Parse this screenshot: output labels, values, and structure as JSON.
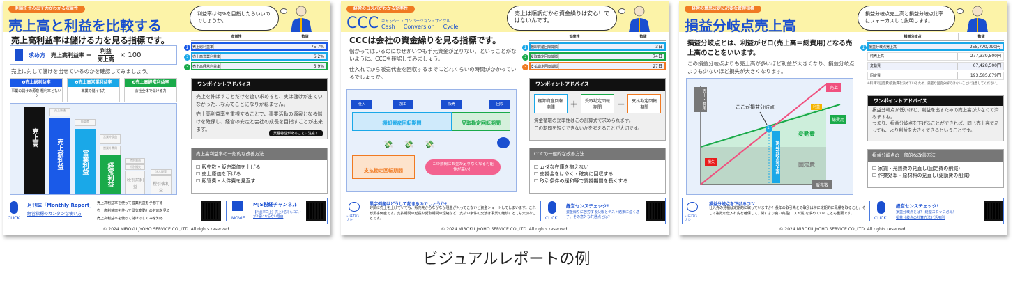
{
  "caption": "ビジュアルレポートの例",
  "copyright": "© 2024 MIROKU JYOHO SERVICE CO.,LTD. All rights reserved.",
  "colors": {
    "accent": "#1a4fd0",
    "header_bg": "#fcf3a8",
    "pill": "#f07a22"
  },
  "panels": [
    {
      "pill": "利益を生み出す力がわかる収益性",
      "title": "売上高と利益を比較する",
      "bubble": "利益率は何%を目指したらいいのでしょうか。",
      "subtitle": "売上高利益率は儲ける力を見る指標です。",
      "formula": {
        "label": "求め方",
        "lhs": "売上高利益率 ＝",
        "num": "利益",
        "den": "売上高",
        "mult": "× 100"
      },
      "note": "売上に対して儲けを出せているのかを確認してみましょう。",
      "kinds": [
        {
          "title": "❶売上総利益率",
          "desc": "事業の儲けの源泉 粗利率ともいう"
        },
        {
          "title": "❷売上高営業利益率",
          "desc": "本業で儲ける力"
        },
        {
          "title": "❸売上高経常利益率",
          "desc": "会社全体で儲ける力"
        }
      ],
      "bars": {
        "sales": "売上高",
        "gross": "売上総利益",
        "operating": "営業利益",
        "ordinary": "経常利益",
        "pretax": "税引前利益",
        "aftertax": "税引後利益",
        "cogs": "売上原価",
        "sga": "販管費",
        "nonop_inc": "営業外収益",
        "nonop_exp": "営業外費用",
        "sp_gain": "特別利益",
        "sp_loss": "特別損失",
        "tax": "法人税等"
      },
      "table": {
        "headers": [
          "収益性",
          "数値"
        ],
        "rows": [
          [
            "売上総利益率",
            "75.7%"
          ],
          [
            "売上高営業利益率",
            "6.2%"
          ],
          [
            "売上高経常利益率",
            "5.9%"
          ]
        ]
      },
      "advice_title": "ワンポイントアドバイス",
      "advice": [
        "売上を伸ばすことだけを追い求めると、実は儲けが出ていなかった…なんてことになりかねません。",
        "売上高利益率を重視することで、事業活動の源泉となる儲けを確保し、経営の安定と会社の成長を目指すことが出来ます。"
      ],
      "advice_badge": "業種特性があることに注意！",
      "improve_title": "売上高利益率の一般的な改善方法",
      "improve": [
        "販売数・販売単価を上げる",
        "売上原価を下げる",
        "販管費・人件費を見直す"
      ],
      "footer": {
        "click": "CLICK",
        "mag": "月刊誌「Monthly Report」",
        "mag_link": "経営指標のカンタンな使い方",
        "items": [
          "売上高利益率を使って営業利益を予想する",
          "売上高利益率を使って景気変動との対応を見る",
          "売上高利益率を使って儲けのしくみを知る"
        ],
        "movie": "MOVIE",
        "channel": "MJS税経チャンネル",
        "channel_link": "【利益率向上】売上2倍でもコストが2倍にならない理由"
      }
    },
    {
      "pill": "経営のコスパがわかる効率性",
      "title": "CCC",
      "title_kana": "キャッシュ・コンバージョン・サイクル",
      "title_en": [
        "Cash",
        "Conversion",
        "Cycle"
      ],
      "bubble": "売上は順調だから資金繰りは安心！ではないんです。",
      "subtitle": "CCCは会社の資金繰りを見る指標です。",
      "note": [
        "儲かってはいるのになぜかいつも手元資金が足りない、ということがないように、CCCを確認してみましょう。",
        "仕入れてから販売代金を回収するまでにどれくらいの時間がかかっているでしょうか。"
      ],
      "flow": [
        "仕入",
        "加工",
        "販売",
        "回収"
      ],
      "periods": [
        "棚卸資産回転期間",
        "受取勘定回転期間",
        "支払勘定回転期間"
      ],
      "gap_note": "この期間にお金が足りなくなる可能性が高い！",
      "table": {
        "headers": [
          "効率性",
          "数値"
        ],
        "rows": [
          [
            "棚卸資産回転期間",
            "3日"
          ],
          [
            "受取勘定回転期間",
            "74日"
          ],
          [
            "支払勘定回転期間",
            "27日"
          ]
        ]
      },
      "advice_title": "ワンポイントアドバイス",
      "formula": [
        "棚卸資産回転期間",
        "受取勘定回転期間",
        "支払勘定回転期間"
      ],
      "advice": [
        "資金循環の効率性はこの計算式で求められます。",
        "この期間を短くできないかを考えることが大切です。"
      ],
      "improve_title": "CCCの一般的な改善方法",
      "improve": [
        "ムダな在庫を抱えない",
        "売掛金をはやく・確実に回収する",
        "取引条件の緩和等で買掛期間を長くする"
      ],
      "footer": {
        "tip_icon": "こぼれバナシ",
        "tip_title": "黒字倒産はどうして起きるのでしょうか?",
        "tip": "好調に売上を上げていても、販売先からなかなか現金が入ってこないと資金ショートしてしまいます。これが黒字倒産です。支払期間の延長や受取期間の短縮など、支払い条件の交渉は事業の継続にとても大切なことです。",
        "click": "CLICK",
        "check": "経営センスチェック!",
        "check_link": "資金繰りに苦労する父親とテスト結果に泣く息子、その意外な共通点とは？"
      }
    },
    {
      "pill": "経営の意思決定に必要な管理指標",
      "title": "損益分岐点売上高",
      "bubble": "損益分岐点売上高と損益分岐点比率にフォーカスして説明します。",
      "subtitle": "損益分岐点とは、利益がゼロ(売上高＝総費用)となる売上高のことをいいます。",
      "note": "この損益分岐点よりも売上高が多いほど利益が大きくなり、損益分岐点よりも少ないほど損失が大きくなります。",
      "chart": {
        "y_label": "売上・費用",
        "x_label": "販売数",
        "sales": "売上",
        "total_cost": "総費用",
        "profit": "利益",
        "loss": "損失",
        "variable": "変動費",
        "fixed": "固定費",
        "bep": "ここが損益分岐点",
        "bep_sales": "損益分岐点売上高",
        "marker": "1"
      },
      "table": {
        "headers": [
          "損益分岐点",
          "数値"
        ],
        "rows": [
          [
            "損益分岐点売上高",
            "255,770,090円"
          ],
          [
            "純売上高",
            "277,339,500円"
          ],
          [
            "変動費",
            "67,428,500円"
          ],
          [
            "固定費",
            "193,585,679円"
          ]
        ]
      },
      "table_note": "※科目で固定費/変動費を決めているため、厳密な固変分解ではないことに注意してください。",
      "advice_title": "ワンポイントアドバイス",
      "advice": [
        "損益分岐点が低いほど、利益を出すための売上高が少なくて済みますね。",
        "つまり、損益分岐点を下げることができれば、同じ売上高であっても、より利益を大きくできるということです。"
      ],
      "improve_title": "損益分岐点の一般的な改善方法",
      "improve": [
        "家賃・光熱費の見直し(固定費の削減)",
        "作業効率・原材料の見直し(変動費の削減)"
      ],
      "footer": {
        "tip_icon": "こぼれバナシ",
        "tip_title": "損益分岐点を下げるコツ",
        "tip": "仕入先の見積は定期的に取っていますか？長年の取引先との取引は特に定期的に見積を取ること。そして複数の仕入れ先を確保して、常により良い商品(コスト減)を求めていくことも重要です。",
        "click": "CLICK",
        "check": "経営センスチェック!",
        "check_links": [
          "損益分岐点とは？ 経理スタッフ必見！",
          "損益分岐点の計算方法と活用例"
        ]
      }
    }
  ]
}
